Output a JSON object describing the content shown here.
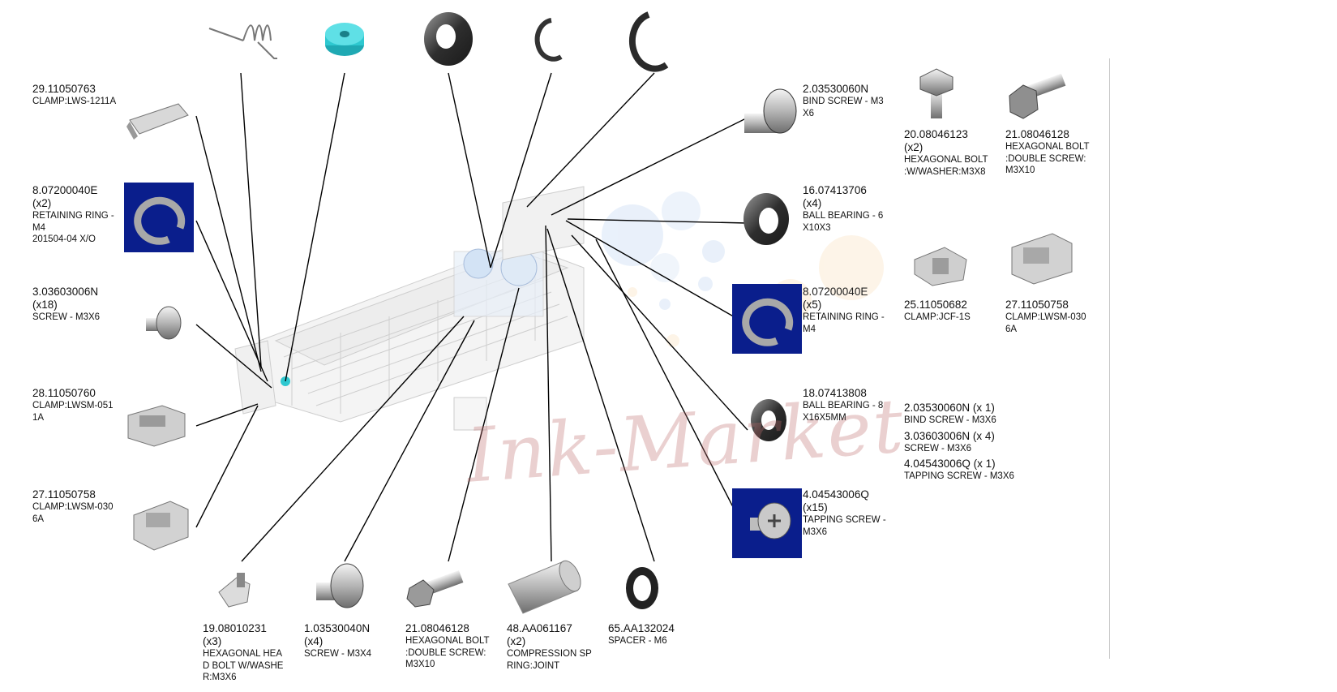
{
  "watermark": "Ink-Market",
  "parts_left": [
    {
      "pn": "29.11050763",
      "desc": "CLAMP:LWS-1211A"
    },
    {
      "pn": "8.07200040E",
      "qty": "(x2)",
      "desc": "RETAINING RING -\nM4\n201504-04 X/O"
    },
    {
      "pn": "3.03603006N",
      "qty": "(x18)",
      "desc": "SCREW - M3X6"
    },
    {
      "pn": "28.11050760",
      "desc": "CLAMP:LWSM-051\n1A"
    },
    {
      "pn": "27.11050758",
      "desc": "CLAMP:LWSM-030\n6A"
    }
  ],
  "parts_bottom": [
    {
      "pn": "19.08010231",
      "qty": "(x3)",
      "desc": "HEXAGONAL HEA\nD BOLT W/WASHE\nR:M3X6"
    },
    {
      "pn": "1.03530040N",
      "qty": "(x4)",
      "desc": "SCREW - M3X4"
    },
    {
      "pn": "21.08046128",
      "desc": "HEXAGONAL BOLT\n:DOUBLE SCREW:\nM3X10"
    },
    {
      "pn": "48.AA061167",
      "qty": "(x2)",
      "desc": "COMPRESSION SP\nRING:JOINT"
    },
    {
      "pn": "65.AA132024",
      "desc": "SPACER - M6"
    }
  ],
  "parts_right": [
    {
      "pn": "2.03530060N",
      "desc": "BIND SCREW - M3\nX6"
    },
    {
      "pn": "16.07413706",
      "qty": "(x4)",
      "desc": "BALL BEARING - 6\nX10X3"
    },
    {
      "pn": "8.07200040E",
      "qty": "(x5)",
      "desc": "RETAINING RING -\nM4"
    },
    {
      "pn": "18.07413808",
      "desc": "BALL BEARING - 8\nX16X5MM"
    },
    {
      "pn": "4.04543006Q",
      "qty": "(x15)",
      "desc": "TAPPING SCREW -\n M3X6"
    }
  ],
  "parts_far": [
    {
      "pn": "20.08046123",
      "qty": "(x2)",
      "desc": "HEXAGONAL BOLT\n:W/WASHER:M3X8"
    },
    {
      "pn": "21.08046128",
      "desc": "HEXAGONAL BOLT\n:DOUBLE SCREW:\nM3X10"
    },
    {
      "pn": "25.11050682",
      "desc": "CLAMP:JCF-1S"
    },
    {
      "pn": "27.11050758",
      "desc": "CLAMP:LWSM-030\n6A"
    }
  ],
  "kit": [
    {
      "pn": "2.03530060N (x 1)",
      "desc": "BIND SCREW - M3X6"
    },
    {
      "pn": "3.03603006N (x 4)",
      "desc": "SCREW - M3X6"
    },
    {
      "pn": "4.04543006Q (x 1)",
      "desc": "TAPPING SCREW - M3X6"
    }
  ],
  "colors": {
    "highlight_box": "#0a1e8c",
    "leader": "#000000",
    "watermark": "#be6e6e",
    "cyan_part": "#2ec8d0"
  }
}
